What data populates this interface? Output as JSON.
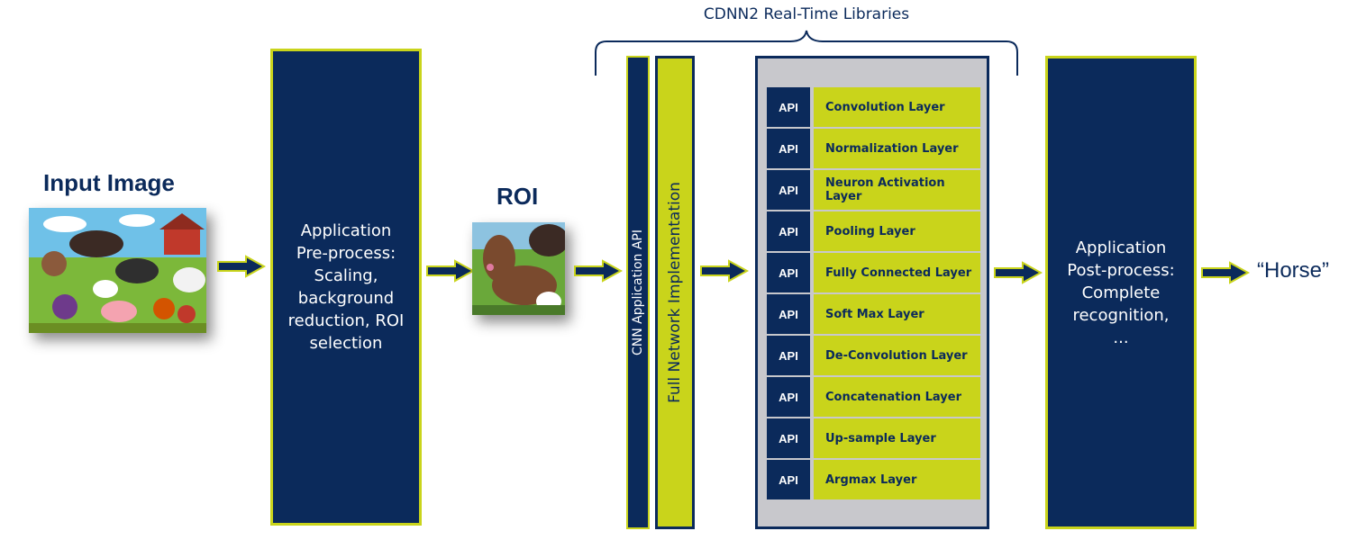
{
  "input": {
    "label": "Input Image"
  },
  "roi": {
    "label": "ROI"
  },
  "preprocess": {
    "lines": [
      "Application",
      "Pre-process:",
      "Scaling,",
      "background",
      "reduction, ROI",
      "selection"
    ]
  },
  "libraries": {
    "title": "CDNN2 Real-Time Libraries"
  },
  "cnn_api": {
    "label": "CNN Application API"
  },
  "full_network": {
    "label": "Full Network Implementation"
  },
  "layers": [
    {
      "api": "API",
      "name": "Convolution Layer"
    },
    {
      "api": "API",
      "name": "Normalization Layer"
    },
    {
      "api": "API",
      "name": "Neuron Activation Layer"
    },
    {
      "api": "API",
      "name": "Pooling Layer"
    },
    {
      "api": "API",
      "name": "Fully Connected Layer"
    },
    {
      "api": "API",
      "name": "Soft Max Layer"
    },
    {
      "api": "API",
      "name": "De-Convolution Layer"
    },
    {
      "api": "API",
      "name": "Concatenation Layer"
    },
    {
      "api": "API",
      "name": "Up-sample Layer"
    },
    {
      "api": "API",
      "name": "Argmax Layer"
    }
  ],
  "postprocess": {
    "lines": [
      "Application",
      "Post-process:",
      "Complete",
      "recognition,",
      "..."
    ]
  },
  "output": {
    "label": "“Horse”"
  },
  "colors": {
    "navy": "#0b2a5b",
    "lime": "#c9d41b",
    "panel_gray": "#c8c8cc"
  }
}
